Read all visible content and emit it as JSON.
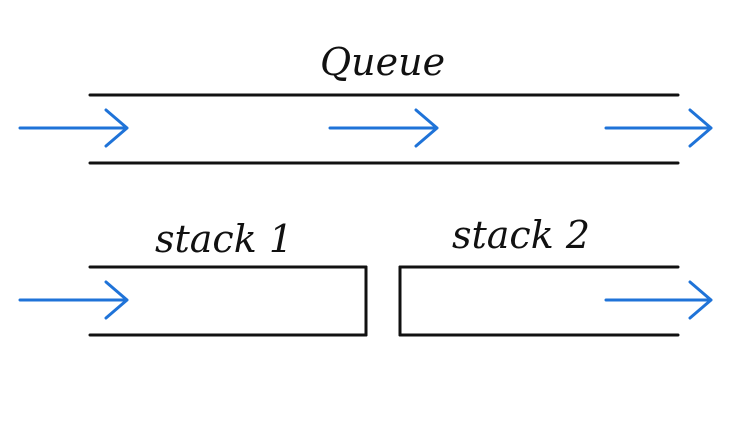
{
  "labels": {
    "queue": "Queue",
    "stack1": "stack 1",
    "stack2": "stack 2"
  },
  "colors": {
    "line": "#111111",
    "arrow": "#1f73d8",
    "background": "#ffffff"
  }
}
